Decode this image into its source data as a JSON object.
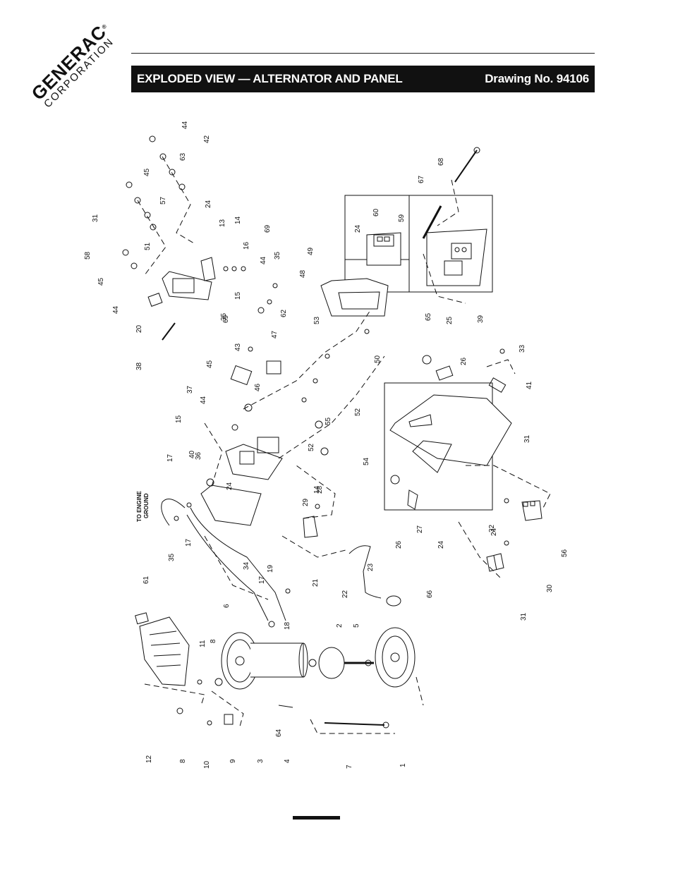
{
  "header": {
    "brand": "GENERAC",
    "registered_mark": "®",
    "subbrand": "CORPORATION",
    "title": "EXPLODED VIEW — ALTERNATOR AND PANEL",
    "drawing_number": "Drawing No. 94106"
  },
  "diagram": {
    "note": [
      "TO ENGINE",
      "GROUND"
    ],
    "callouts": [
      "1",
      "2",
      "3",
      "4",
      "5",
      "6",
      "7",
      "8",
      "8",
      "9",
      "10",
      "11",
      "12",
      "13",
      "14",
      "14",
      "15",
      "15",
      "16",
      "17",
      "17",
      "17",
      "18",
      "19",
      "20",
      "21",
      "22",
      "23",
      "24",
      "24",
      "24",
      "24",
      "24",
      "25",
      "26",
      "26",
      "27",
      "28",
      "29",
      "30",
      "31",
      "31",
      "31",
      "32",
      "33",
      "34",
      "35",
      "35",
      "35",
      "36",
      "37",
      "38",
      "39",
      "40",
      "41",
      "42",
      "43",
      "44",
      "44",
      "44",
      "44",
      "45",
      "45",
      "45",
      "46",
      "47",
      "48",
      "49",
      "50",
      "51",
      "52",
      "52",
      "53",
      "54",
      "55",
      "56",
      "57",
      "58",
      "59",
      "60",
      "61",
      "62",
      "63",
      "64",
      "65",
      "66",
      "67",
      "68",
      "69",
      "69"
    ]
  },
  "colors": {
    "ink": "#111111",
    "paper": "#ffffff"
  }
}
